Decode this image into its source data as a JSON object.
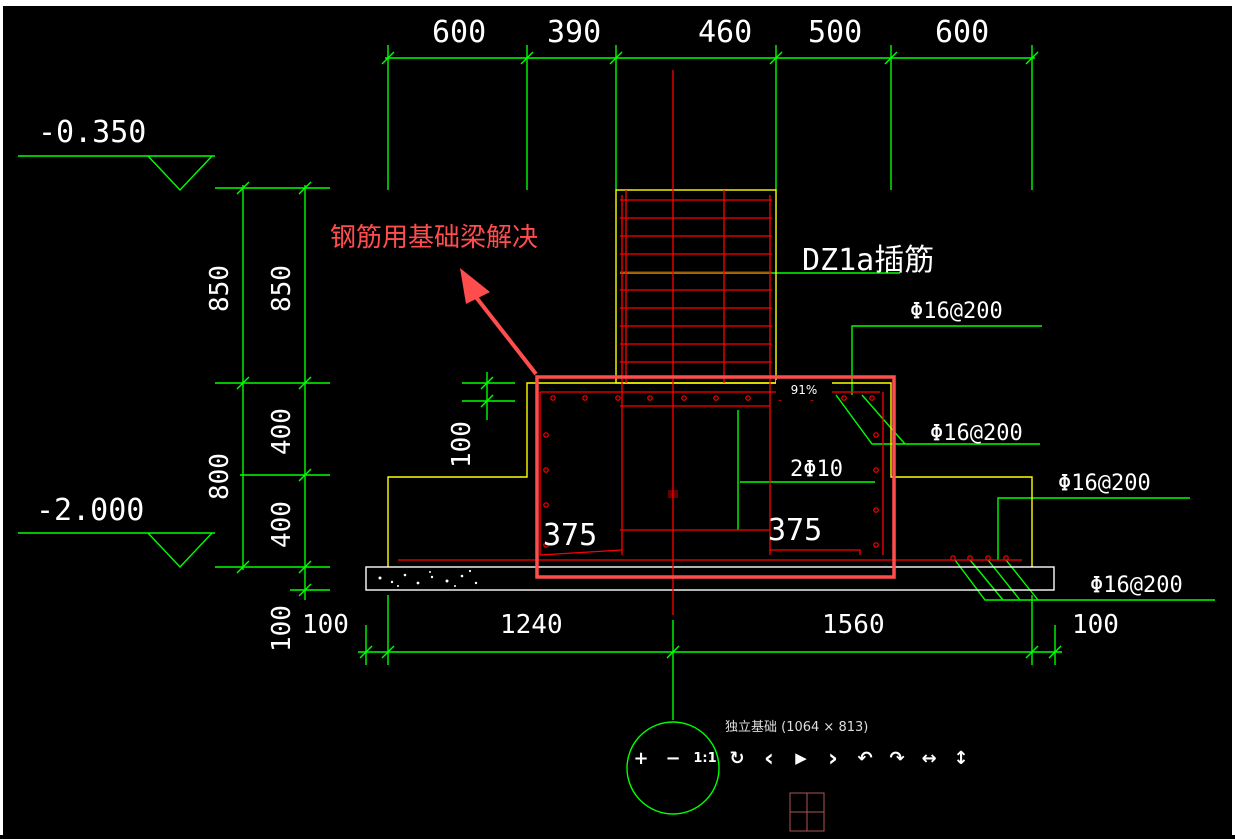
{
  "viewer": {
    "caption": "独立基础 (1064 × 813)",
    "zoom": "91%",
    "tools": [
      {
        "name": "zoom-in-button",
        "icon": "plus-icon",
        "glyph": "+"
      },
      {
        "name": "zoom-out-button",
        "icon": "minus-icon",
        "glyph": "−"
      },
      {
        "name": "actual-size-button",
        "icon": "one-to-one-icon",
        "glyph": "1:1"
      },
      {
        "name": "reset-button",
        "icon": "refresh-icon",
        "glyph": "↻"
      },
      {
        "name": "previous-button",
        "icon": "chevron-left-icon",
        "glyph": "‹"
      },
      {
        "name": "play-button",
        "icon": "play-icon",
        "glyph": "▶"
      },
      {
        "name": "next-button",
        "icon": "chevron-right-icon",
        "glyph": "›"
      },
      {
        "name": "rotate-left-button",
        "icon": "rotate-left-icon",
        "glyph": "↶"
      },
      {
        "name": "rotate-right-button",
        "icon": "rotate-right-icon",
        "glyph": "↷"
      },
      {
        "name": "flip-horizontal-button",
        "icon": "flip-horizontal-icon",
        "glyph": "↔"
      },
      {
        "name": "flip-vertical-button",
        "icon": "flip-vertical-icon",
        "glyph": "↕"
      }
    ]
  },
  "drawing": {
    "top_dims": [
      "600",
      "390",
      "460",
      "500",
      "600"
    ],
    "bottom_dims": [
      "100",
      "1240",
      "1560",
      "100"
    ],
    "elev_top": "-0.350",
    "elev_bottom": "-2.000",
    "left_dims": {
      "outer_top": "850",
      "inner_top": "850",
      "outer_bottom": "800",
      "inner_mid": "400",
      "inner_bot": "400",
      "bottom_offset": "100",
      "step": "100"
    },
    "label_column_rebar": "DZ1a插筋",
    "rebar_1": "Φ16@200",
    "rebar_2": "Φ16@200",
    "rebar_3": "Φ16@200",
    "rebar_4": "Φ16@200",
    "rebar_bars": "2Φ10",
    "step_left": "375",
    "step_right": "375",
    "callout": "钢筋用基础梁解决"
  },
  "colors": {
    "dim": "#00ff00",
    "outline": "#ffff00",
    "rebar": "#ff0000",
    "callout": "#ff4d4d",
    "text": "#ffffff"
  }
}
